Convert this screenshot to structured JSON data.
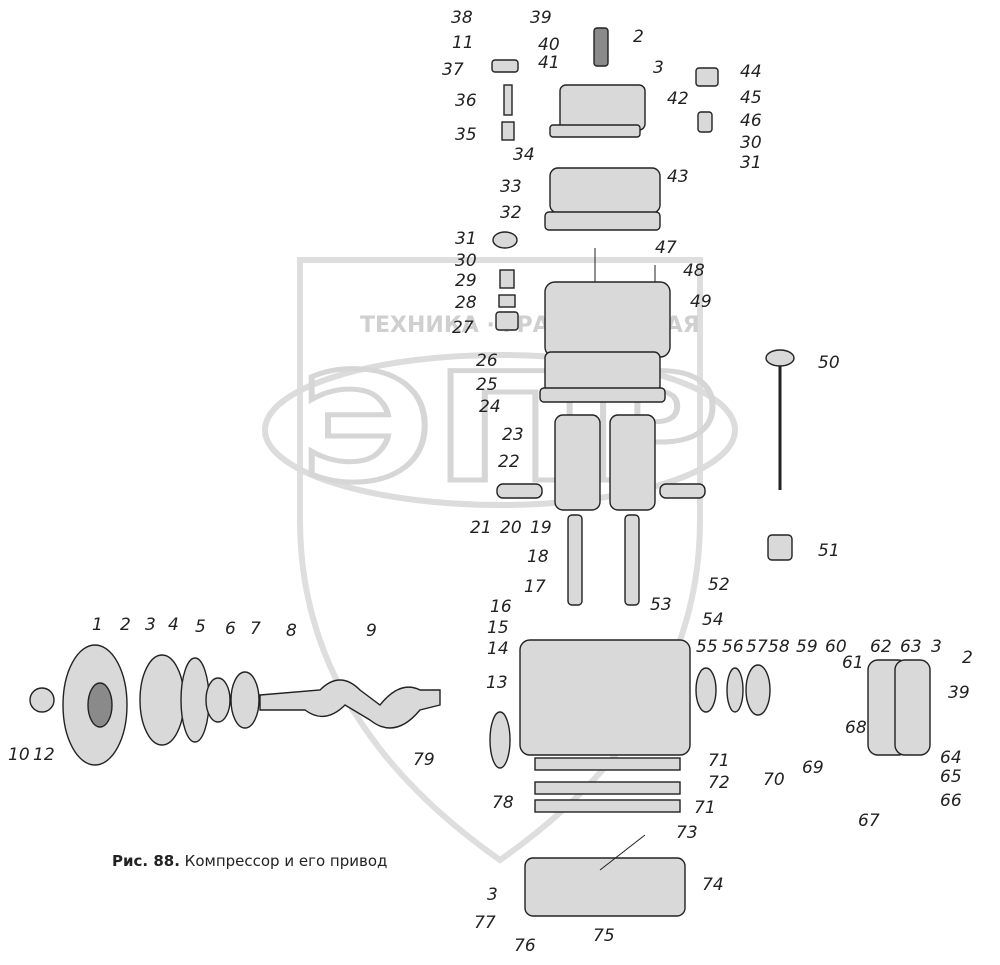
{
  "caption": {
    "prefix": "Рис. 88.",
    "text": "Компрессор и его привод"
  },
  "watermark": {
    "text": "ТЕХНИКА · ГРАЖДАНСКАЯ",
    "letters": "ЭПР"
  },
  "labels": [
    "38",
    "39",
    "11",
    "40",
    "41",
    "2",
    "3",
    "37",
    "44",
    "45",
    "36",
    "42",
    "46",
    "35",
    "30",
    "34",
    "31",
    "43",
    "33",
    "32",
    "47",
    "31",
    "48",
    "30",
    "29",
    "28",
    "49",
    "27",
    "50",
    "26",
    "25",
    "24",
    "23",
    "22",
    "21",
    "20",
    "19",
    "51",
    "18",
    "17",
    "52",
    "16",
    "53",
    "15",
    "54",
    "14",
    "13",
    "55",
    "56",
    "57",
    "58",
    "59",
    "60",
    "61",
    "62",
    "63",
    "3",
    "2",
    "1",
    "2",
    "3",
    "4",
    "5",
    "6",
    "7",
    "8",
    "9",
    "39",
    "68",
    "10",
    "12",
    "79",
    "70",
    "69",
    "64",
    "71",
    "65",
    "72",
    "78",
    "66",
    "71",
    "67",
    "73",
    "74",
    "3",
    "77",
    "75",
    "76"
  ]
}
